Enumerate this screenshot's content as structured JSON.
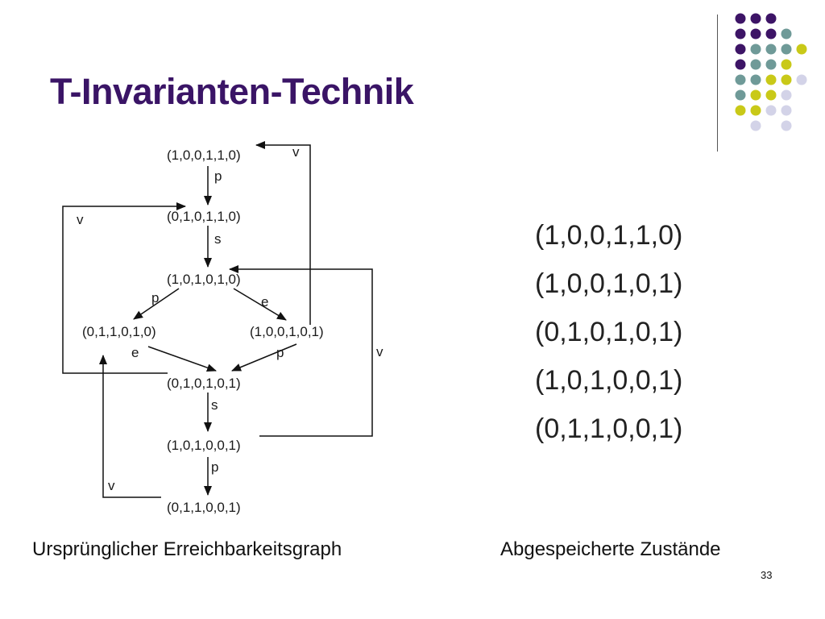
{
  "title": "T-Invarianten-Technik",
  "colors": {
    "title": "#3a1466",
    "dot_purple": "#3d1466",
    "dot_teal": "#6f9a98",
    "dot_yellow": "#c9c918",
    "dot_lavender": "#d3d3e8"
  },
  "graph": {
    "nodes": {
      "n1": "(1,0,0,1,1,0)",
      "n2": "(0,1,0,1,1,0)",
      "n3": "(1,0,1,0,1,0)",
      "n4": "(0,1,1,0,1,0)",
      "n5": "(1,0,0,1,0,1)",
      "n6": "(0,1,0,1,0,1)",
      "n7": "(1,0,1,0,0,1)",
      "n8": "(0,1,1,0,0,1)"
    },
    "edge_labels": {
      "n1_n2": "p",
      "n2_n3": "s",
      "n3_n4": "p",
      "n3_n5": "e",
      "n4_n6": "e",
      "n5_n6": "p",
      "n6_n7": "s",
      "n7_n8": "p",
      "v_n5_n1": "v",
      "v_n6_n2": "v",
      "v_n7_n3": "v",
      "v_n8_n4": "v"
    }
  },
  "stored_states": [
    "(1,0,0,1,1,0)",
    "(1,0,0,1,0,1)",
    "(0,1,0,1,0,1)",
    "(1,0,1,0,0,1)",
    "(0,1,1,0,0,1)"
  ],
  "captions": {
    "left": "Ursprünglicher Erreichbarkeitsgraph",
    "right": "Abgespeicherte Zustände"
  },
  "page_number": "33"
}
